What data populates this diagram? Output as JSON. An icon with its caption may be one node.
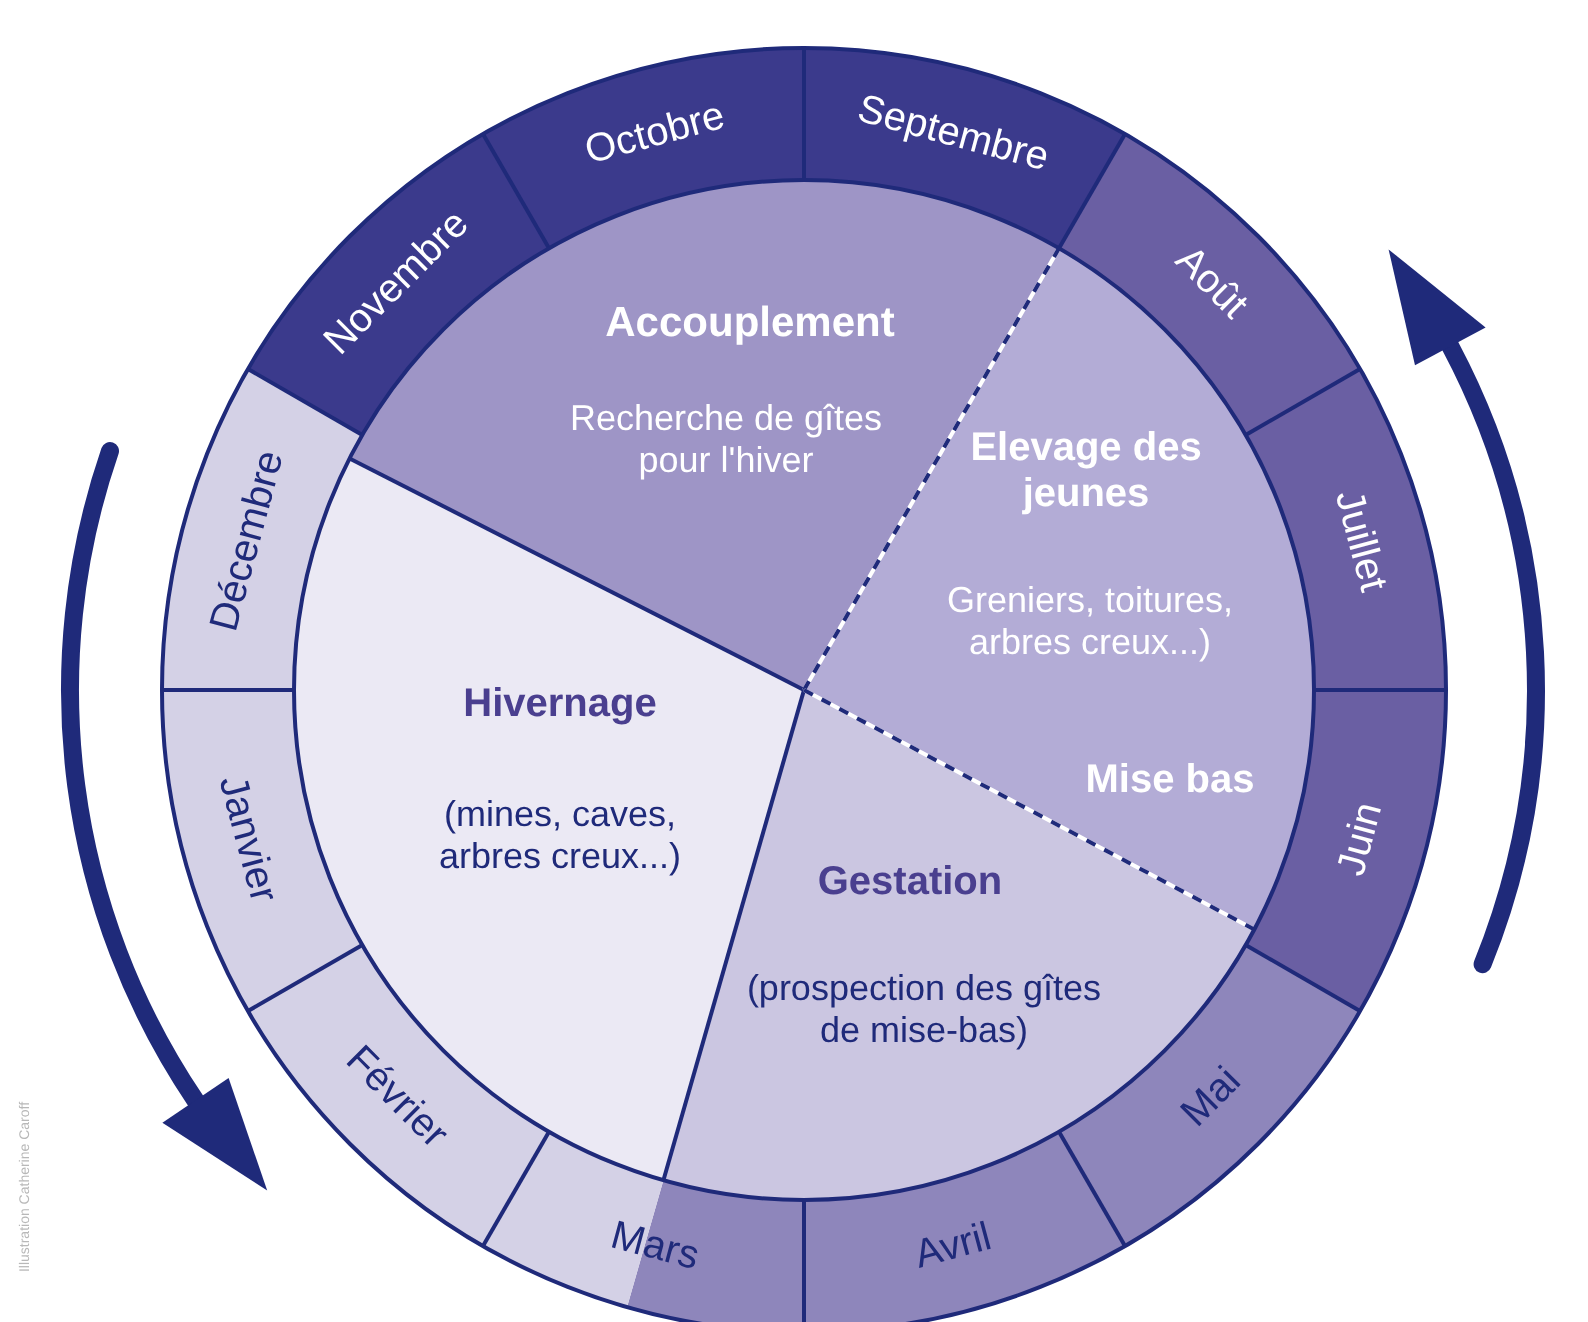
{
  "diagram": {
    "nodes": [
      {
        "text": [
          "Accouplement",
          "Recherche de gîtes pour l'hiver"
        ]
      },
      {
        "text": [
          "Elevage des jeunes",
          "Greniers, toitures, arbres creux...)",
          "Mise bas"
        ]
      },
      {
        "text": [
          "Gestation",
          "(prospection des gîtes de mise-bas)"
        ]
      },
      {
        "text": [
          "Hivernage",
          "(mines, caves, arbres creux...)"
        ]
      },
      {
        "text": [
          "Septembre"
        ]
      },
      {
        "text": [
          "Août"
        ]
      },
      {
        "text": [
          "Juillet"
        ]
      },
      {
        "text": [
          "Juin"
        ]
      },
      {
        "text": [
          "Mai"
        ]
      },
      {
        "text": [
          "Avril"
        ]
      },
      {
        "text": [
          "Mars"
        ]
      },
      {
        "text": [
          "Février"
        ]
      },
      {
        "text": [
          "Janvier"
        ]
      },
      {
        "text": [
          "Décembre"
        ]
      },
      {
        "text": [
          "Novembre"
        ]
      },
      {
        "text": [
          "Octobre"
        ]
      }
    ],
    "labels": [
      "Illustration Catherine Caroff"
    ]
  }
}
